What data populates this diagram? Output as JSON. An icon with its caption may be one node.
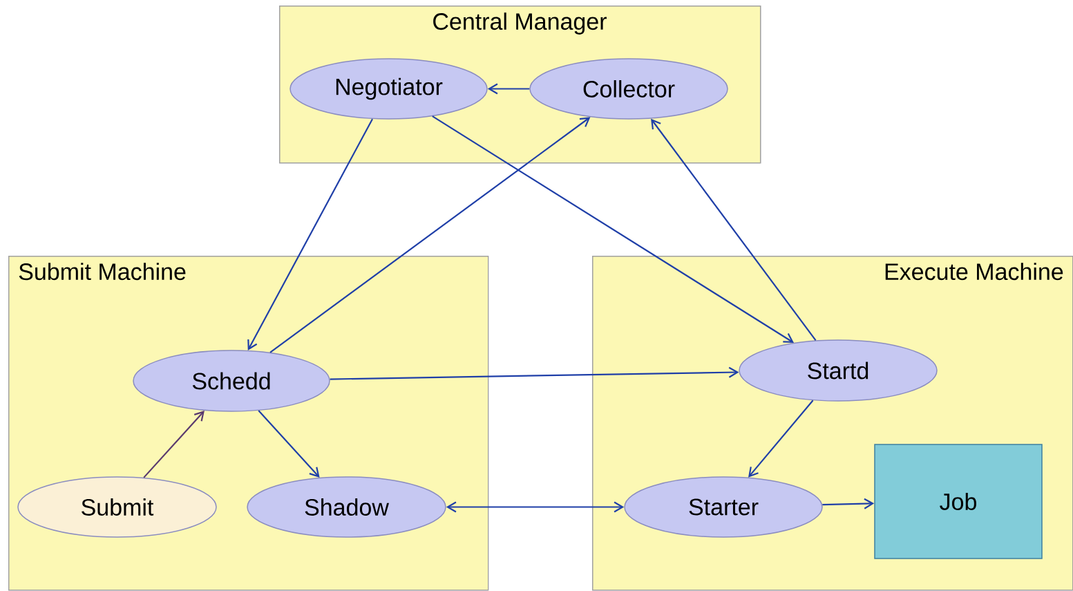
{
  "diagram": {
    "nodes": [
      {
        "text": [
          "Central Manager"
        ]
      },
      {
        "text": [
          "Negotiator"
        ],
        "in": 0
      },
      {
        "text": [
          "Collector"
        ],
        "in": 0
      },
      {
        "text": [
          "Submit Machine"
        ]
      },
      {
        "text": [
          "Schedd"
        ],
        "in": 3
      },
      {
        "text": [
          "Submit"
        ],
        "in": 3
      },
      {
        "text": [
          "Shadow"
        ],
        "in": 3
      },
      {
        "text": [
          "Execute Machine"
        ]
      },
      {
        "text": [
          "Startd"
        ],
        "in": 7
      },
      {
        "text": [
          "Starter"
        ],
        "in": 7
      },
      {
        "text": [
          "Job"
        ],
        "in": 7
      }
    ],
    "edges": [
      {
        "from": 2,
        "to": 1,
        "arrow": "to"
      },
      {
        "from": 1,
        "to": 4,
        "arrow": "to"
      },
      {
        "from": 4,
        "to": 2,
        "arrow": "to"
      },
      {
        "from": 1,
        "to": 8,
        "arrow": "to"
      },
      {
        "from": 8,
        "to": 2,
        "arrow": "to"
      },
      {
        "from": 4,
        "to": 8,
        "arrow": "to"
      },
      {
        "from": 5,
        "to": 4,
        "arrow": "to",
        "color": "#5a3a6e"
      },
      {
        "from": 4,
        "to": 6,
        "arrow": "to"
      },
      {
        "from": 6,
        "to": 9,
        "arrow": "both"
      },
      {
        "from": 8,
        "to": 9,
        "arrow": "to"
      },
      {
        "from": 9,
        "to": 10,
        "arrow": "to"
      }
    ]
  }
}
